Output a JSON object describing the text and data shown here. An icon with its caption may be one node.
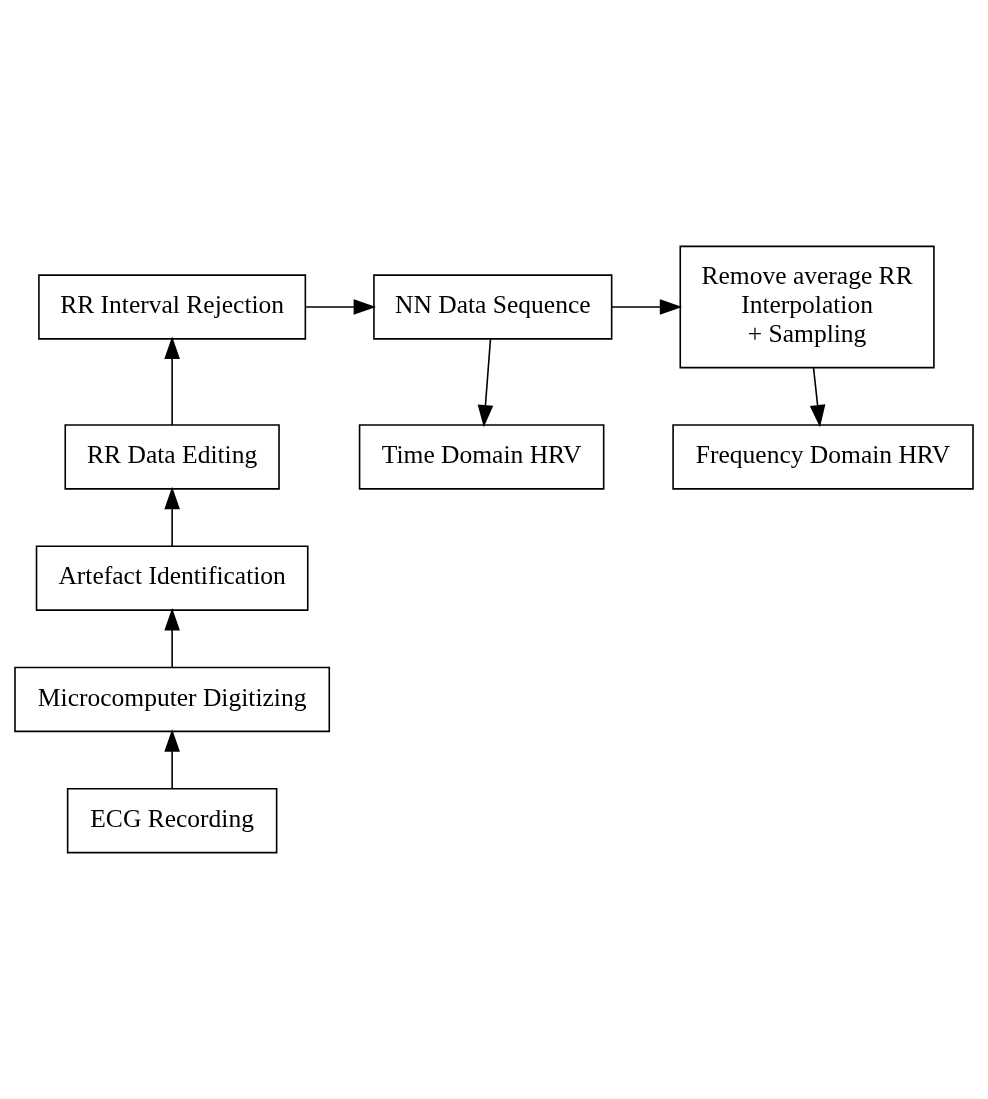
{
  "diagram": {
    "nodes": [
      {
        "text": [
          "RR Interval Rejection"
        ]
      },
      {
        "text": [
          "NN Data Sequence"
        ]
      },
      {
        "text": [
          "Remove average RR",
          "Interpolation",
          "+ Sampling"
        ]
      },
      {
        "text": [
          "RR Data Editing"
        ]
      },
      {
        "text": [
          "Time Domain HRV"
        ]
      },
      {
        "text": [
          "Frequency Domain HRV"
        ]
      },
      {
        "text": [
          "Artefact Identification"
        ]
      },
      {
        "text": [
          "Microcomputer Digitizing"
        ]
      },
      {
        "text": [
          "ECG Recording"
        ]
      }
    ],
    "edges": [
      {
        "from": 8,
        "to": 7,
        "arrow": "to"
      },
      {
        "from": 7,
        "to": 6,
        "arrow": "to"
      },
      {
        "from": 6,
        "to": 3,
        "arrow": "to"
      },
      {
        "from": 3,
        "to": 0,
        "arrow": "to"
      },
      {
        "from": 0,
        "to": 1,
        "arrow": "to"
      },
      {
        "from": 1,
        "to": 2,
        "arrow": "to"
      },
      {
        "from": 1,
        "to": 4,
        "arrow": "to"
      },
      {
        "from": 2,
        "to": 5,
        "arrow": "to"
      }
    ]
  }
}
